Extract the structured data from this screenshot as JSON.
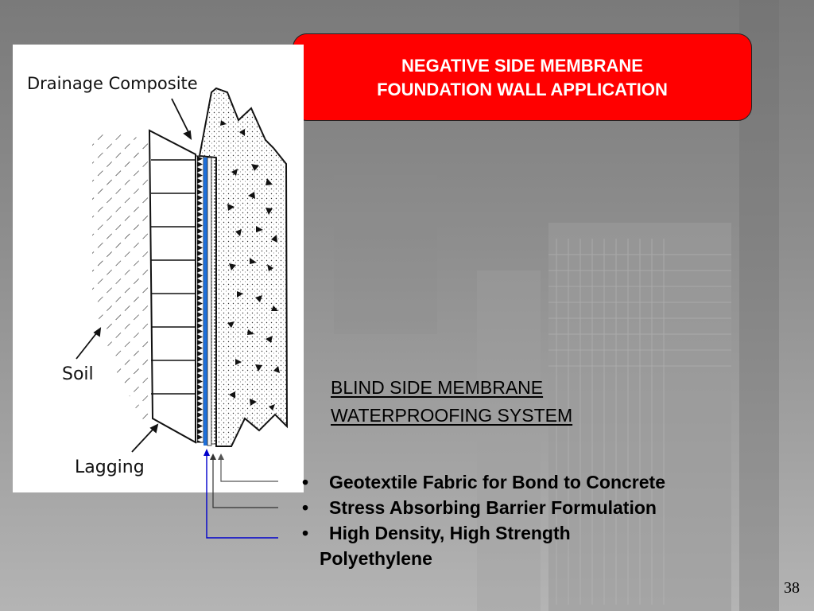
{
  "title": {
    "line1": "NEGATIVE SIDE MEMBRANE",
    "line2": "FOUNDATION WALL APPLICATION"
  },
  "diagram": {
    "label_drainage": "Drainage Composite",
    "label_soil": "Soil",
    "label_lagging": "Lagging"
  },
  "subtitle": {
    "line1": "BLIND SIDE MEMBRANE",
    "line2": "WATERPROOFING SYSTEM"
  },
  "bullets": [
    {
      "text": "Geotextile Fabric for Bond to  Concrete"
    },
    {
      "text": "Stress Absorbing Barrier Formulation"
    },
    {
      "text": "High Density, High Strength",
      "continuation": "Polyethylene"
    }
  ],
  "bullet_glyph": "•",
  "page_number": "38",
  "colors": {
    "title_bg": "#ff0000",
    "title_text": "#ffffff",
    "membrane_blue": "#1e6fd9",
    "callout_blue_line": "#0000cc"
  }
}
